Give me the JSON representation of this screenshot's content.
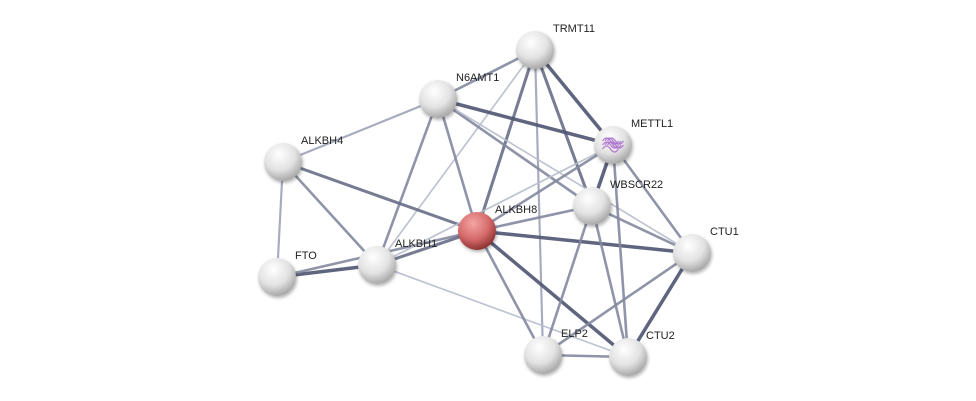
{
  "network": {
    "query_node": "ALKBH8",
    "colors": {
      "query": "#d96b6b",
      "node": "#e6e6e6",
      "edge_dark": "#4e5470",
      "edge_light": "#b7bccd",
      "structure": "#b07ad0"
    },
    "nodes": [
      {
        "id": "TRMT11",
        "label": "TRMT11"
      },
      {
        "id": "N6AMT1",
        "label": "N6AMT1"
      },
      {
        "id": "METTL1",
        "label": "METTL1",
        "icon": "protein-structure-icon"
      },
      {
        "id": "ALKBH4",
        "label": "ALKBH4"
      },
      {
        "id": "WBSCR22",
        "label": "WBSCR22"
      },
      {
        "id": "ALKBH8",
        "label": "ALKBH8"
      },
      {
        "id": "CTU1",
        "label": "CTU1"
      },
      {
        "id": "FTO",
        "label": "FTO"
      },
      {
        "id": "ALKBH1",
        "label": "ALKBH1"
      },
      {
        "id": "ELP2",
        "label": "ELP2"
      },
      {
        "id": "CTU2",
        "label": "CTU2"
      }
    ],
    "edges": [
      [
        "TRMT11",
        "N6AMT1",
        2
      ],
      [
        "TRMT11",
        "ALKBH1",
        1
      ],
      [
        "TRMT11",
        "ALKBH8",
        2.5
      ],
      [
        "TRMT11",
        "ELP2",
        1.5
      ],
      [
        "TRMT11",
        "WBSCR22",
        2.5
      ],
      [
        "TRMT11",
        "METTL1",
        3
      ],
      [
        "N6AMT1",
        "ALKBH4",
        1.5
      ],
      [
        "N6AMT1",
        "ALKBH1",
        2
      ],
      [
        "N6AMT1",
        "ALKBH8",
        2
      ],
      [
        "N6AMT1",
        "METTL1",
        3
      ],
      [
        "N6AMT1",
        "WBSCR22",
        2
      ],
      [
        "N6AMT1",
        "CTU1",
        1
      ],
      [
        "ALKBH4",
        "ALKBH8",
        2.5
      ],
      [
        "ALKBH4",
        "ALKBH1",
        2
      ],
      [
        "ALKBH4",
        "FTO",
        1.5
      ],
      [
        "FTO",
        "ALKBH1",
        3
      ],
      [
        "FTO",
        "ALKBH8",
        2
      ],
      [
        "ALKBH1",
        "ALKBH8",
        2.5
      ],
      [
        "ALKBH1",
        "CTU2",
        1
      ],
      [
        "ALKBH1",
        "METTL1",
        1
      ],
      [
        "ALKBH8",
        "METTL1",
        2
      ],
      [
        "ALKBH8",
        "WBSCR22",
        2
      ],
      [
        "ALKBH8",
        "CTU1",
        3
      ],
      [
        "ALKBH8",
        "CTU2",
        3
      ],
      [
        "ALKBH8",
        "ELP2",
        2
      ],
      [
        "METTL1",
        "WBSCR22",
        3
      ],
      [
        "METTL1",
        "CTU2",
        2
      ],
      [
        "METTL1",
        "CTU1",
        2
      ],
      [
        "WBSCR22",
        "CTU1",
        2
      ],
      [
        "WBSCR22",
        "ELP2",
        2
      ],
      [
        "WBSCR22",
        "CTU2",
        2
      ],
      [
        "CTU1",
        "CTU2",
        3
      ],
      [
        "CTU1",
        "ELP2",
        2
      ],
      [
        "ELP2",
        "CTU2",
        2
      ]
    ]
  }
}
